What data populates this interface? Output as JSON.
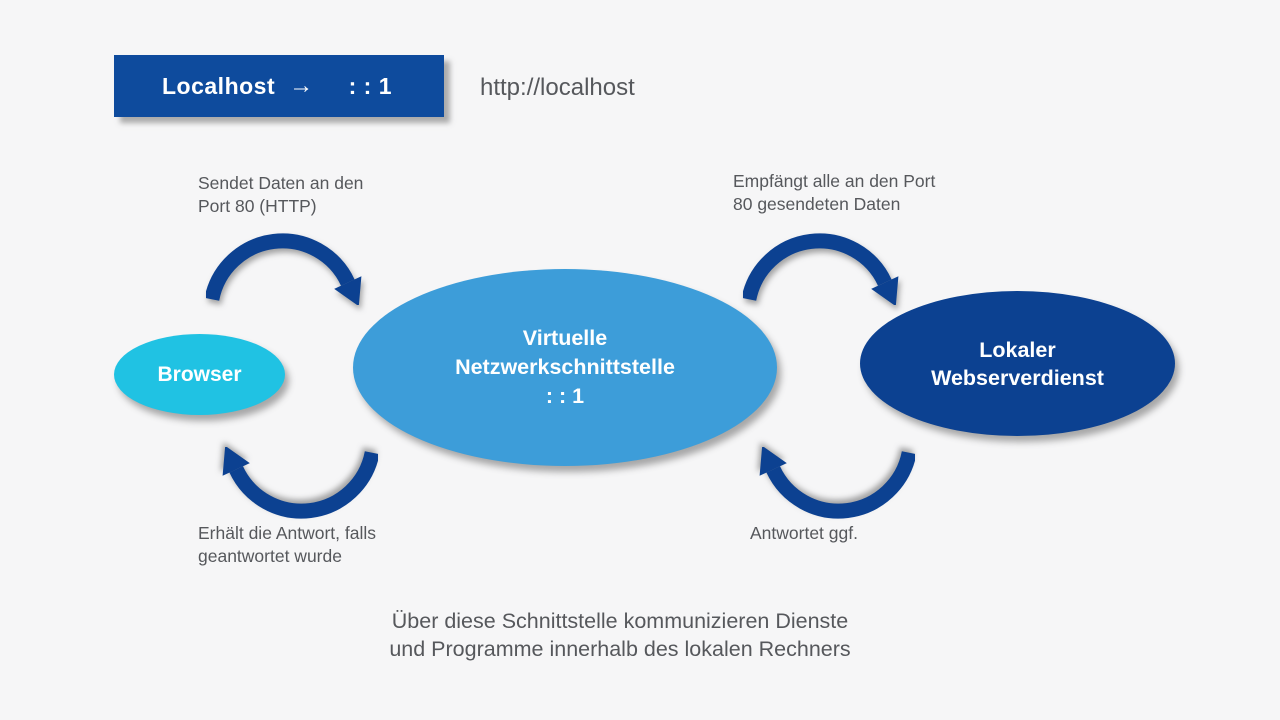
{
  "header": {
    "localhost_label": "Localhost",
    "arrow_glyph": "→",
    "ipv6_value": ": : 1",
    "url_text": "http://localhost"
  },
  "nodes": {
    "browser": {
      "label": "Browser"
    },
    "interface": {
      "label": "Virtuelle\nNetzwerkschnittstelle\n: : 1"
    },
    "webserver": {
      "label": "Lokaler\nWebserverdienst"
    }
  },
  "annotations": {
    "top_left": {
      "text": "Sendet Daten an den\nPort 80 (HTTP)"
    },
    "top_right": {
      "text": "Empfängt alle an den Port\n80 gesendeten Daten"
    },
    "bottom_left": {
      "text": "Erhält die Antwort, falls\ngeantwortet wurde"
    },
    "bottom_right": {
      "text": "Antwortet ggf."
    }
  },
  "caption": {
    "text": "Über diese Schnittstelle kommunizieren Dienste\nund Programme innerhalb des lokalen Rechners"
  },
  "colors": {
    "background": "#f6f6f7",
    "badge_blue": "#0e4b9d",
    "interface_blue": "#3d9dd9",
    "browser_cyan": "#20c2e3",
    "webserver_navy": "#0c4191",
    "arrow_blue": "#0c4191",
    "text_gray": "#56585c"
  }
}
